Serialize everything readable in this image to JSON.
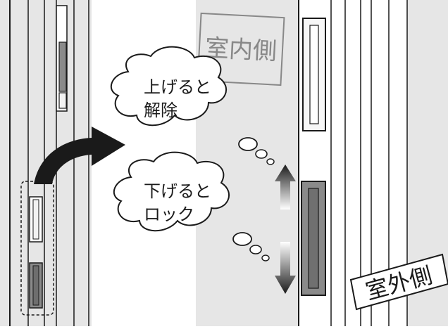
{
  "labels": {
    "indoor": "室内側",
    "outdoor": "室外側"
  },
  "bubbles": {
    "unlock": {
      "line1": "上げると",
      "line2": "解除"
    },
    "lock": {
      "line1": "下げると",
      "line2": "ロック"
    }
  },
  "colors": {
    "panel_gray": "#e6e6e6",
    "frame_line": "#1a1a1a",
    "knob_dark": "#8a8a8a",
    "knob_light": "#f2f2f2",
    "arrow": "#1a1a1a"
  },
  "icons": {
    "curved_arrow": "curved-arrow-icon",
    "up_arrow": "up-arrow-icon",
    "down_arrow": "down-arrow-icon"
  }
}
